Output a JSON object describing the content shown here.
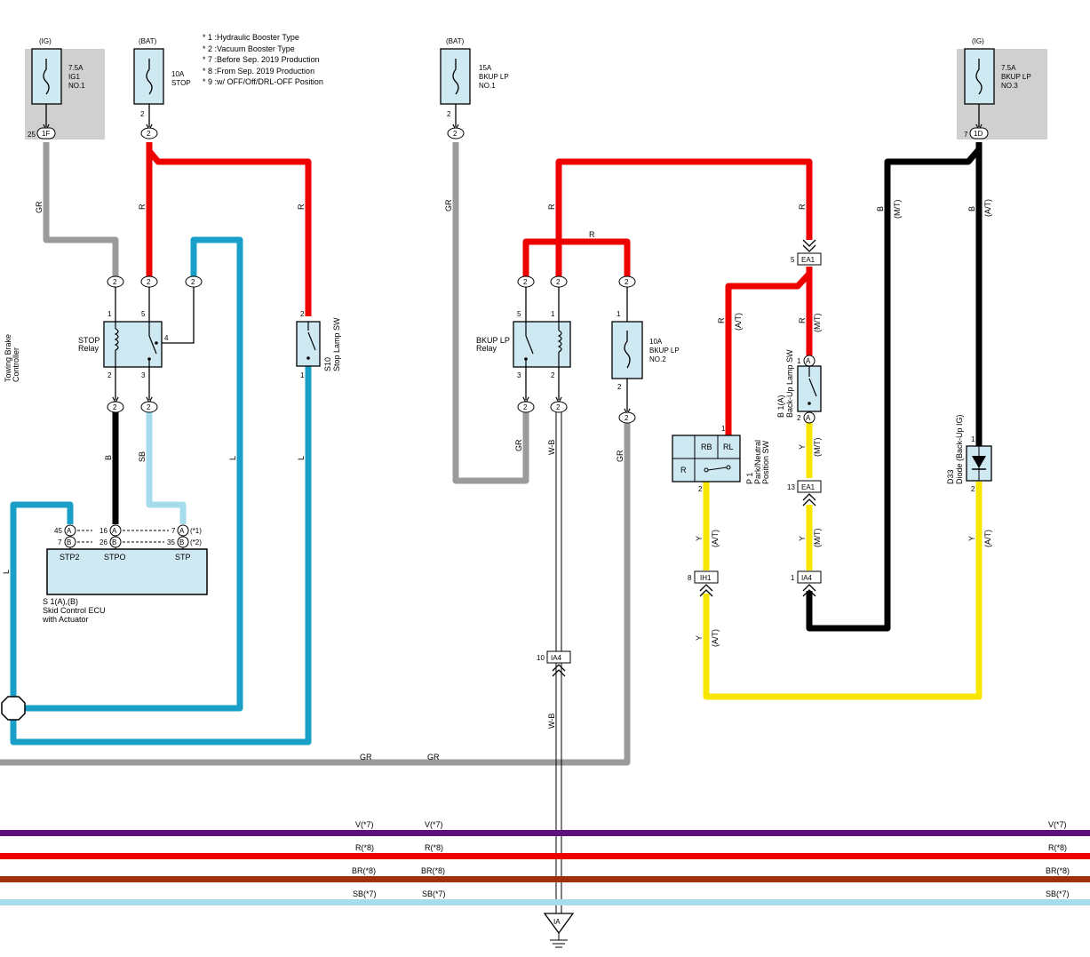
{
  "notes": [
    "* 1 :Hydraulic Booster Type",
    "* 2 :Vacuum Booster Type",
    "* 7 :Before Sep. 2019 Production",
    "* 8 :From Sep. 2019 Production",
    "* 9 :w/ OFF/Off/DRL-OFF Position"
  ],
  "fuses": [
    {
      "id": "fuse-ig1",
      "source": "(IG)",
      "rating": "7.5A",
      "name1": "IG1",
      "name2": "NO.1",
      "pin": "25",
      "conn": "1F"
    },
    {
      "id": "fuse-stop",
      "source": "(BAT)",
      "rating": "10A",
      "name1": "STOP",
      "name2": "",
      "pin": "2",
      "conn": "2"
    },
    {
      "id": "fuse-bkup1",
      "source": "(BAT)",
      "rating": "15A",
      "name1": "BKUP LP",
      "name2": "NO.1",
      "pin": "2",
      "conn": "2"
    },
    {
      "id": "fuse-bkup3",
      "source": "(IG)",
      "rating": "7.5A",
      "name1": "BKUP LP",
      "name2": "NO.3",
      "pin": "7",
      "conn": "1D"
    },
    {
      "id": "fuse-bkup2",
      "rating": "10A",
      "name1": "BKUP LP",
      "name2": "NO.2",
      "pin_top": "1",
      "pin_bot": "2"
    }
  ],
  "components": {
    "stop_relay": {
      "name": "STOP",
      "name2": "Relay",
      "pins": [
        "1",
        "5",
        "4",
        "2",
        "3"
      ]
    },
    "stop_lamp_sw": {
      "code": "S10",
      "name": "Stop Lamp SW",
      "pins": [
        "2",
        "1"
      ]
    },
    "bkup_relay": {
      "name": "BKUP LP",
      "name2": "Relay",
      "pins": [
        "5",
        "1",
        "3",
        "2"
      ]
    },
    "ecu": {
      "name1": "S 1(A),(B)",
      "name2": "Skid Control ECU",
      "name3": "with Actuator",
      "term1": "STP2",
      "term2": "STPO",
      "term3": "STP"
    },
    "ecu_pins": [
      "45",
      "7",
      "16",
      "26",
      "7",
      "35",
      "(*1)",
      "(*2)"
    ],
    "towing": {
      "line1": "Towing Brake",
      "line2": "Controller"
    },
    "pn_sw": {
      "code": "P 1",
      "name1": "Park/Neutral",
      "name2": "Position SW",
      "cells": [
        "RB",
        "RL",
        "R"
      ],
      "pins": [
        "1",
        "2"
      ]
    },
    "bkup_sw": {
      "code": "B 1(A)",
      "name": "Back-Up Lamp SW",
      "pins": [
        "1",
        "2"
      ],
      "conn": "A"
    },
    "diode": {
      "code": "D33",
      "name": "Diode (Back-Up IG)",
      "pins": [
        "1",
        "2"
      ]
    }
  },
  "connectors": {
    "ea1_top": {
      "pin": "5",
      "label": "EA1"
    },
    "ea1_bot": {
      "pin": "13",
      "label": "EA1"
    },
    "ih1": {
      "pin": "8",
      "label": "IH1"
    },
    "ia4_right": {
      "pin": "1",
      "label": "IA4"
    },
    "ia4_mid": {
      "pin": "10",
      "label": "IA4"
    },
    "ground": {
      "label": "IA"
    },
    "junction2": "2",
    "junctionA": "A",
    "junctionB": "B"
  },
  "wires": {
    "GR": "GR",
    "R": "R",
    "L": "L",
    "B": "B",
    "SB": "SB",
    "WB": "W-B",
    "Y": "Y",
    "AT": "(A/T)",
    "MT": "(M/T)",
    "bottom": [
      {
        "label": "V(*7)",
        "color": "#5b1280"
      },
      {
        "label": "R(*8)",
        "color": "#ee0000"
      },
      {
        "label": "BR(*8)",
        "color": "#a0300a"
      },
      {
        "label": "SB(*7)",
        "color": "#a6dcec"
      }
    ]
  },
  "colors": {
    "red": "#ee0000",
    "gray": "#9b9b9b",
    "blue": "#1aa0c8",
    "black": "#000000",
    "yellow": "#f7e600",
    "lightblue": "#a6dcec",
    "comp": "#cfe9f2",
    "fusebg": "#d0d0d0"
  }
}
